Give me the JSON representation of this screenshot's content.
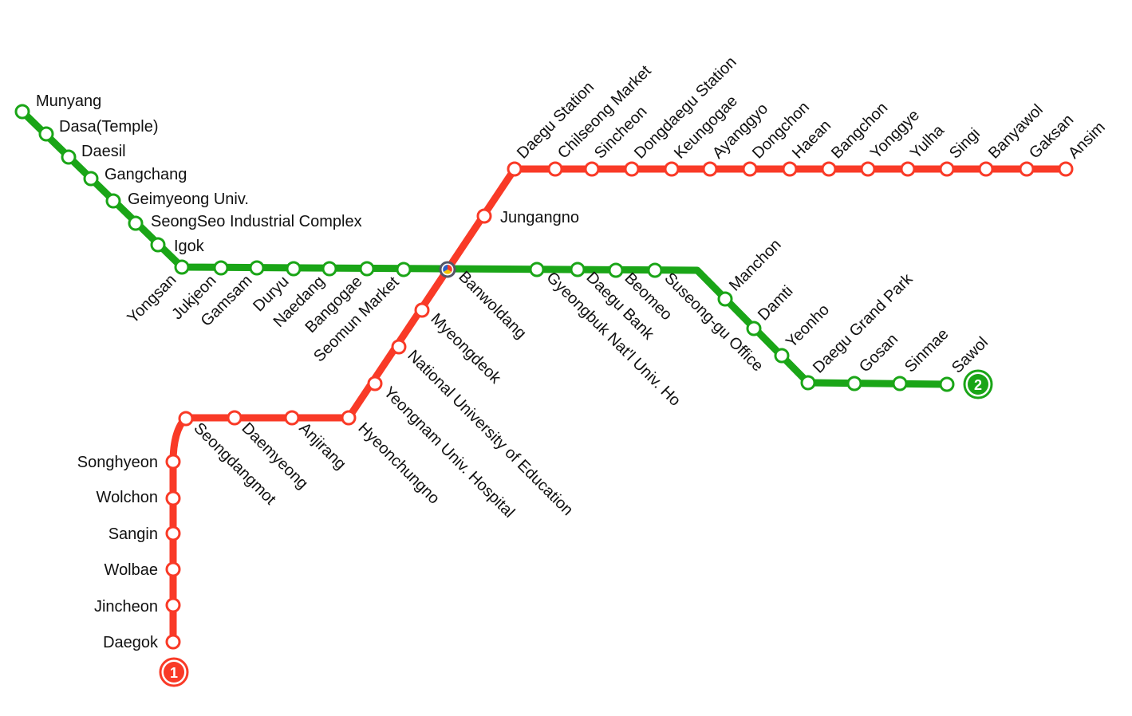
{
  "colors": {
    "line1": "#f93a27",
    "line2": "#1aa517",
    "station_fill": "#ffffff",
    "transfer_fill": "#ffffff",
    "text": "#111111"
  },
  "line1": {
    "badge": "1",
    "stations": [
      "Daegok",
      "Jincheon",
      "Wolbae",
      "Sangin",
      "Wolchon",
      "Songhyeon",
      "Seongdangmot",
      "Daemyeong",
      "Anjirang",
      "Hyeonchungno",
      "Yeongnam Univ. Hospital",
      "National University of Education",
      "Myeongdeok",
      "Banwoldang",
      "Jungangno",
      "Daegu Station",
      "Chilseong Market",
      "Sincheon",
      "Dongdaegu Station",
      "Keungogae",
      "Ayanggyo",
      "Dongchon",
      "Haean",
      "Bangchon",
      "Yonggye",
      "Yulha",
      "Singi",
      "Banyawol",
      "Gaksan",
      "Ansim"
    ]
  },
  "line2": {
    "badge": "2",
    "stations": [
      "Munyang",
      "Dasa(Temple)",
      "Daesil",
      "Gangchang",
      "Geimyeong Univ.",
      "SeongSeo Industrial Complex",
      "Igok",
      "Yongsan",
      "Jukjeon",
      "Gamsam",
      "Duryu",
      "Naedang",
      "Bangogae",
      "Seomun Market",
      "Banwoldang",
      "Gyeongbuk Nat'l Univ. Ho",
      "Daegu Bank",
      "Beomeo",
      "Suseong-gu Office",
      "Manchon",
      "Damti",
      "Yeonho",
      "Daegu Grand Park",
      "Gosan",
      "Sinmae",
      "Sawol"
    ]
  },
  "transfer_station": "Banwoldang"
}
